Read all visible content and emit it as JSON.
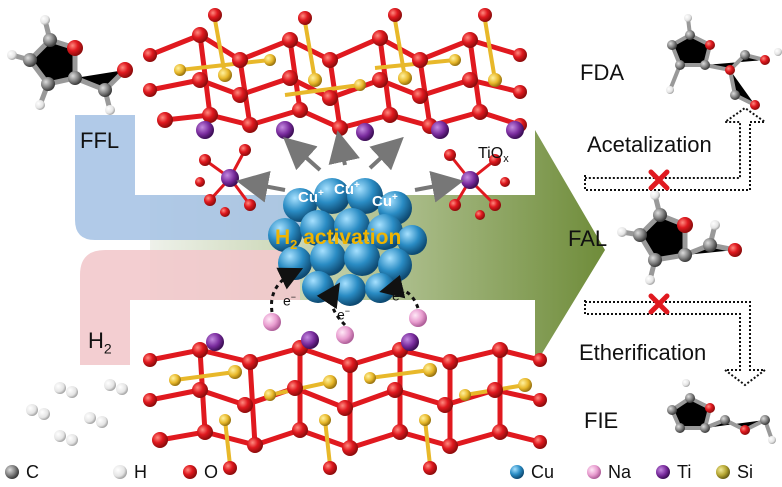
{
  "labels": {
    "ffl": "FFL",
    "h2": "H",
    "h2_sub": "2",
    "fda": "FDA",
    "fal": "FAL",
    "fie": "FIE",
    "acetalization": "Acetalization",
    "etherification": "Etherification",
    "tiox": "TiO",
    "tiox_sub": "x",
    "h2_activation_h": "H",
    "h2_activation_sub": "2",
    "h2_activation_rest": " activation",
    "cu1": "Cu",
    "cu2": "Cu",
    "cu3": "Cu",
    "cu_sup": "+",
    "electron": "e",
    "electron_sup": "−"
  },
  "legend": {
    "left": [
      {
        "symbol": "C",
        "color": "#777777"
      },
      {
        "symbol": "H",
        "color": "#e8e8e8"
      },
      {
        "symbol": "O",
        "color": "#c0392b"
      }
    ],
    "right": [
      {
        "symbol": "Cu",
        "color": "#2a8cc4"
      },
      {
        "symbol": "Na",
        "color": "#e89ccf"
      },
      {
        "symbol": "Ti",
        "color": "#6a3a9a"
      },
      {
        "symbol": "Si",
        "color": "#b5a632"
      }
    ]
  },
  "colors": {
    "ffl_arrow": "#a9c4e6",
    "h2_arrow": "#f2c9cc",
    "product_arrow": "#7e9a4b",
    "h2_activation_text": "#f0b400",
    "block_x": "#e0191f"
  }
}
